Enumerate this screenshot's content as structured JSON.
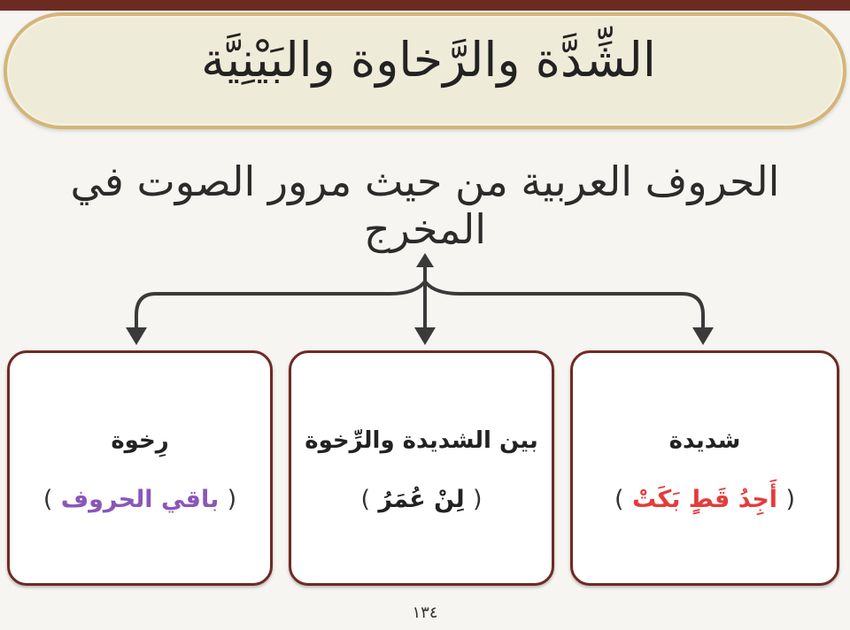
{
  "header": {
    "title": "الشِّدَّة والرَّخاوة والبَيْنِيَّة",
    "subtitle": "الحروف العربية من حيث مرور الصوت في المخرج"
  },
  "categories": [
    {
      "title": "شديدة",
      "open_paren": "(",
      "examples": "أَجِدُ قَطٍ بَكَتْ",
      "close_paren": ")",
      "examples_color": "#e53b3b"
    },
    {
      "title": "بين الشديدة والرِّخوة",
      "open_paren": "(",
      "examples": "لِنْ عُمَرُ",
      "close_paren": ")",
      "examples_color": "#222222"
    },
    {
      "title": "رِخوة",
      "open_paren": "(",
      "examples": "باقي الحروف",
      "close_paren": ")",
      "examples_color": "#8a56b8"
    }
  ],
  "page_number": "١٣٤",
  "colors": {
    "banner_border": "#d4b57a",
    "box_border": "#6f2a24",
    "arrow": "#3a3a3a"
  }
}
